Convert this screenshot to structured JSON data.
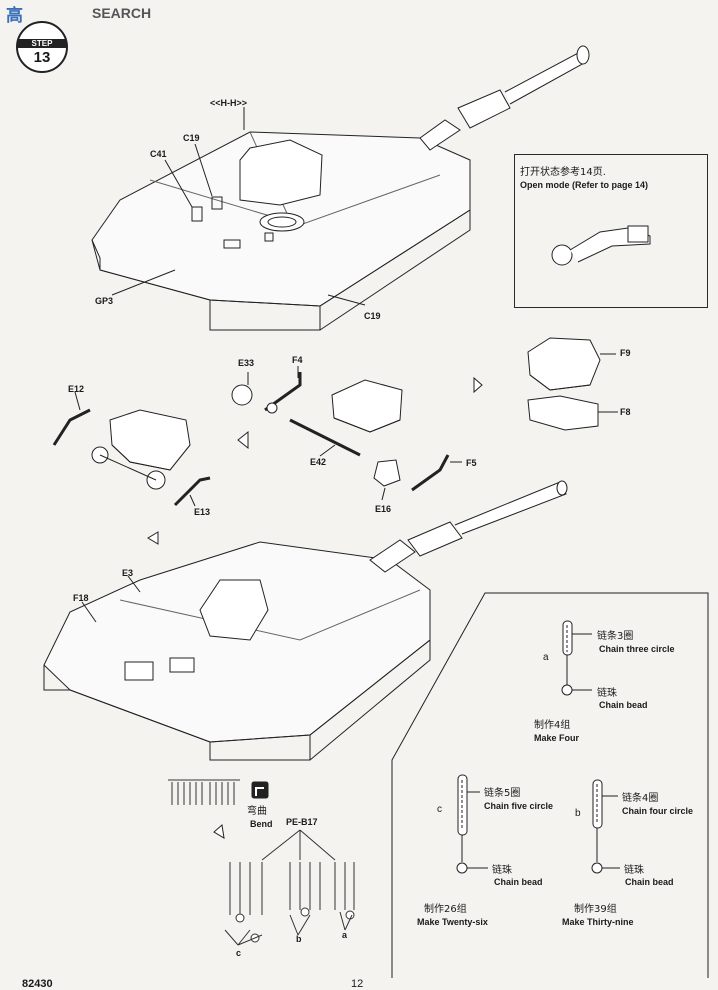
{
  "header": {
    "watermark_site": "高",
    "watermark_text": "SEARCH",
    "step_label": "STEP",
    "step_number": "13"
  },
  "page": {
    "code": "82430",
    "number": "12"
  },
  "part_labels": {
    "hh": "<<H-H>>",
    "c19_top": "C19",
    "c41": "C41",
    "gp3": "GP3",
    "c19_bottom": "C19",
    "e33": "E33",
    "f4": "F4",
    "e12": "E12",
    "e42": "E42",
    "f5": "F5",
    "e13": "E13",
    "e16": "E16",
    "f9": "F9",
    "f8": "F8",
    "e3": "E3",
    "f18": "F18",
    "pe_b17": "PE-B17",
    "a": "a",
    "b": "b",
    "c": "c"
  },
  "open_mode": {
    "cn": "打开状态参考14页.",
    "en": "Open mode (Refer to page 14)"
  },
  "bend": {
    "cn": "弯曲",
    "en": "Bend"
  },
  "chain_panel": {
    "a": {
      "letter": "a",
      "chain_cn": "链条3圈",
      "chain_en": "Chain three circle",
      "bead_cn": "链珠",
      "bead_en": "Chain bead",
      "make_cn": "制作4组",
      "make_en": "Make Four"
    },
    "c": {
      "letter": "c",
      "chain_cn": "链条5圈",
      "chain_en": "Chain five circle",
      "bead_cn": "链珠",
      "bead_en": "Chain bead",
      "make_cn": "制作26组",
      "make_en": "Make Twenty-six"
    },
    "b": {
      "letter": "b",
      "chain_cn": "链条4圈",
      "chain_en": "Chain four circle",
      "bead_cn": "链珠",
      "bead_en": "Chain bead",
      "make_cn": "制作39组",
      "make_en": "Make Thirty-nine"
    }
  }
}
